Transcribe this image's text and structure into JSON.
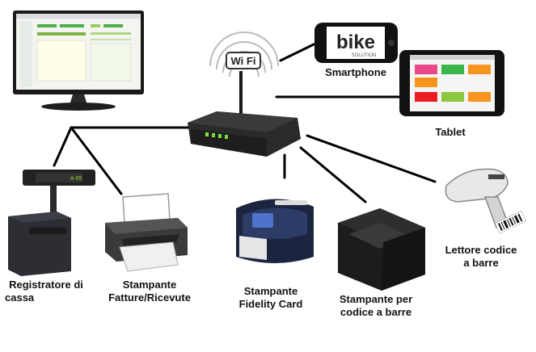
{
  "router": {
    "wifi_text": "Wi Fi"
  },
  "smartphone": {
    "label": "Smartphone",
    "screen_text": "bike",
    "screen_subtext": "SOLUTION"
  },
  "tablet": {
    "label": "Tablet"
  },
  "cash_register": {
    "line1": "Registratore di",
    "line2": "cassa",
    "display_text": "A-95"
  },
  "invoice_printer": {
    "line1": "Stampante",
    "line2": "Fatture/Ricevute"
  },
  "card_printer": {
    "line1": "Stampante",
    "line2": "Fidelity Card"
  },
  "barcode_printer": {
    "line1": "Stampante per",
    "line2": "codice a barre"
  },
  "barcode_reader": {
    "line1": "Lettore codice",
    "line2": "a barre"
  },
  "colors": {
    "line": "#000000",
    "router_body": "#2a2a2a",
    "led": "#7bdc3a",
    "tablet_tiles": [
      "#e84a8a",
      "#39b54a",
      "#f7941d",
      "#00aeef",
      "#ec1c24",
      "#8dc63f",
      "#f7941d",
      "#f7941d"
    ]
  }
}
